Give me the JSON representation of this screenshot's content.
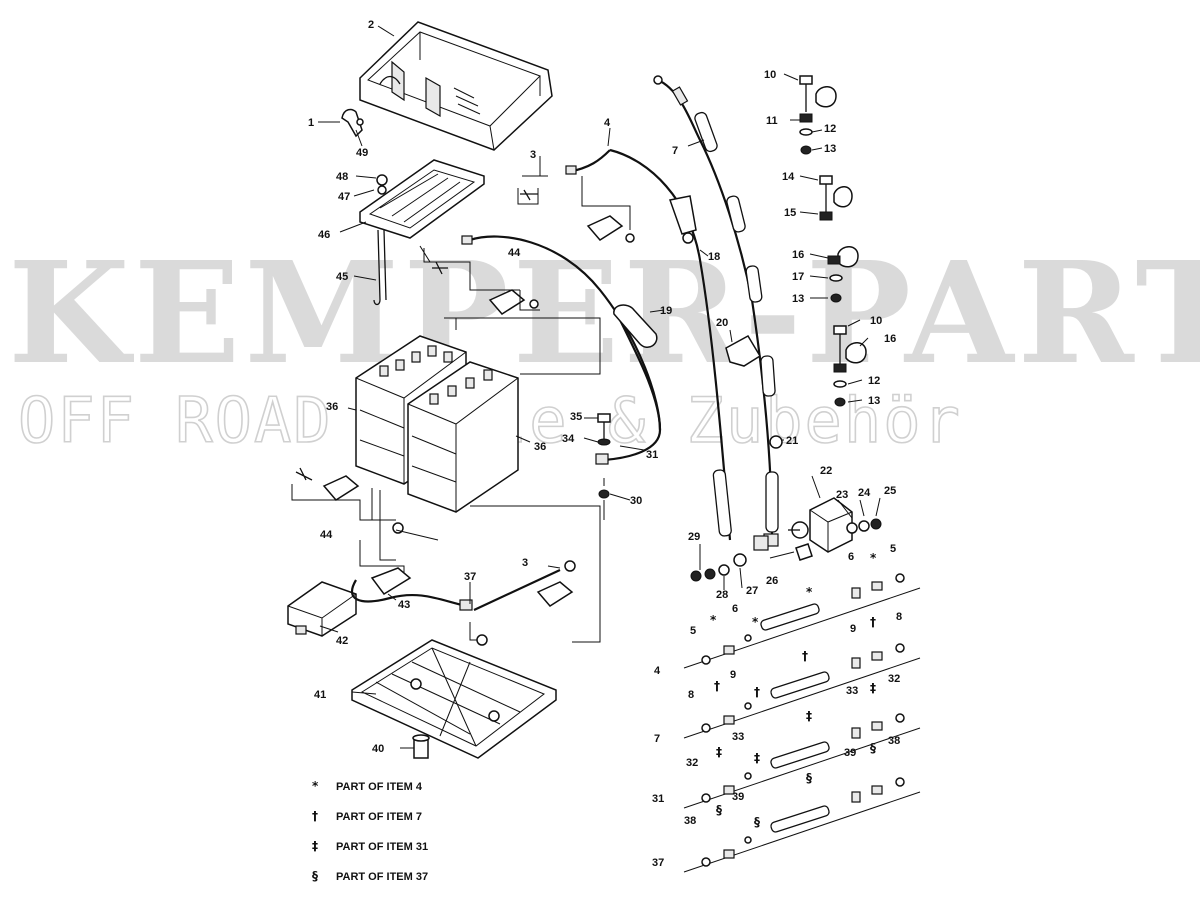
{
  "watermark": {
    "line1": "KEMPER-PARTS",
    "line2": "OFF ROAD Teile & Zubehör"
  },
  "callouts": {
    "c1": "1",
    "c2": "2",
    "c3a": "3",
    "c3b": "3",
    "c4a": "4",
    "c4b": "4",
    "c5a": "5",
    "c5b": "5",
    "c6a": "6",
    "c6b": "6",
    "c7a": "7",
    "c7b": "7",
    "c8a": "8",
    "c8b": "8",
    "c9a": "9",
    "c9b": "9",
    "c10a": "10",
    "c10b": "10",
    "c11": "11",
    "c12a": "12",
    "c12b": "12",
    "c13a": "13",
    "c13b": "13",
    "c13c": "13",
    "c14": "14",
    "c15": "15",
    "c16a": "16",
    "c16b": "16",
    "c17": "17",
    "c18": "18",
    "c19": "19",
    "c20": "20",
    "c21": "21",
    "c22": "22",
    "c23": "23",
    "c24": "24",
    "c25": "25",
    "c26": "26",
    "c27": "27",
    "c28": "28",
    "c29": "29",
    "c30": "30",
    "c31a": "31",
    "c31b": "31",
    "c32a": "32",
    "c32b": "32",
    "c33a": "33",
    "c33b": "33",
    "c34": "34",
    "c35": "35",
    "c36a": "36",
    "c36b": "36",
    "c37a": "37",
    "c37b": "37",
    "c38a": "38",
    "c38b": "38",
    "c39a": "39",
    "c39b": "39",
    "c40": "40",
    "c41": "41",
    "c42": "42",
    "c43": "43",
    "c44a": "44",
    "c44b": "44",
    "c45": "45",
    "c46": "46",
    "c47": "47",
    "c48": "48",
    "c49": "49"
  },
  "cable_marks": {
    "star1": "*",
    "star2": "*",
    "star3": "*",
    "star4": "*",
    "dagger1": "†",
    "dagger2": "†",
    "dagger3": "†",
    "dagger4": "†",
    "ddagger1": "‡",
    "ddagger2": "‡",
    "ddagger3": "‡",
    "ddagger4": "‡",
    "sect1": "§",
    "sect2": "§",
    "sect3": "§",
    "sect4": "§"
  },
  "legend": [
    {
      "symbol": "*",
      "text": "PART OF ITEM 4"
    },
    {
      "symbol": "†",
      "text": "PART OF ITEM 7"
    },
    {
      "symbol": "‡",
      "text": "PART OF ITEM 31"
    },
    {
      "symbol": "§",
      "text": "PART OF ITEM 37"
    }
  ]
}
